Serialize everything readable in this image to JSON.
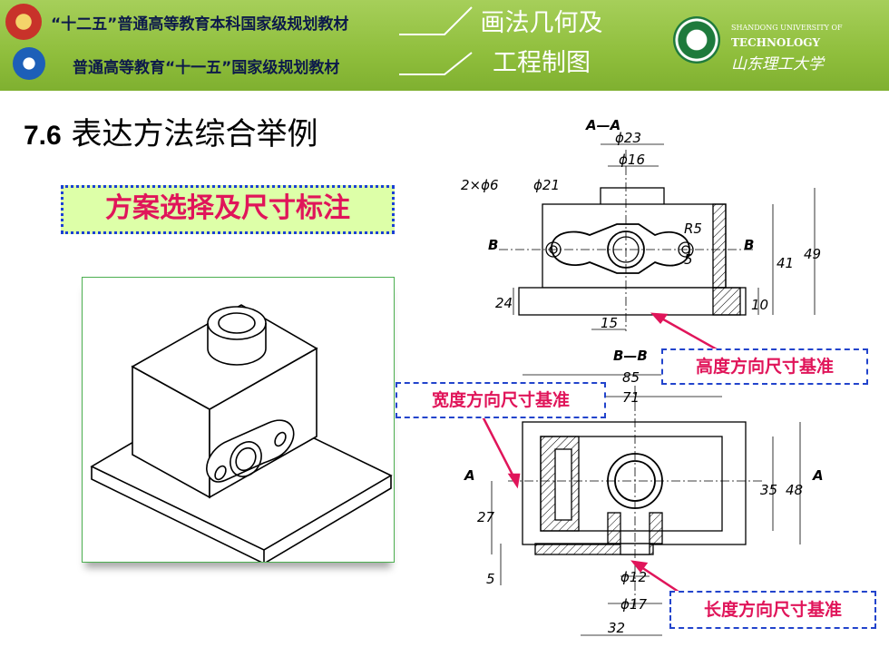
{
  "banner": {
    "line1": "“十二五”普通高等教育本科国家级规划教材",
    "line2": "普通高等教育“十一五”国家级规划教材",
    "book_title_1": "画法几何及",
    "book_title_2": "工程制图",
    "university_en_1": "SHANDONG UNIVERSITY OF",
    "university_en_2": "TECHNOLOGY",
    "university_cn": "山东理工大学"
  },
  "slide": {
    "section_number": "7.6",
    "section_title": "表达方法综合举例",
    "subtitle": "方案选择及尺寸标注"
  },
  "drawing": {
    "section_aa_label": "A—A",
    "section_bb_label": "B—B",
    "dims_aa": {
      "d23": "ϕ23",
      "d16": "ϕ16",
      "holes": "2×ϕ6",
      "d21": "ϕ21",
      "r5": "R5",
      "five": "5",
      "b_left": "B",
      "b_right": "B",
      "h24": "24",
      "h41": "41",
      "h49": "49",
      "h10": "10",
      "w15": "15"
    },
    "dims_bb": {
      "w85": "85",
      "w71": "71",
      "a_left": "A",
      "a_right": "A",
      "h35": "35",
      "h48": "48",
      "h27": "27",
      "h5": "5",
      "d12": "ϕ12",
      "d17": "ϕ17",
      "w32": "32"
    }
  },
  "callouts": {
    "height_datum": "高度方向尺寸基准",
    "width_datum": "宽度方向尺寸基准",
    "length_datum": "长度方向尺寸基准"
  },
  "colors": {
    "accent": "#e0155a",
    "callout_border": "#2244cc",
    "banner": "#8fbe3c"
  }
}
